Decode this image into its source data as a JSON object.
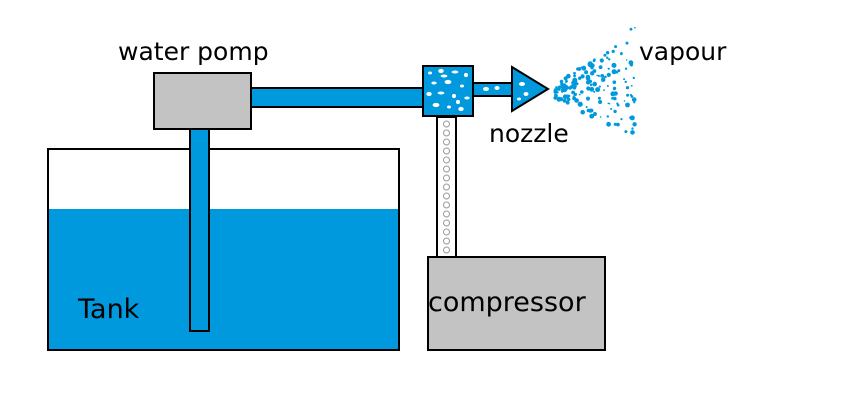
{
  "labels": {
    "water_pump": "water pomp",
    "vapour": "vapour",
    "nozzle": "nozzle",
    "tank": "Tank",
    "compressor": "compressor"
  },
  "colors": {
    "water": "#0099dd",
    "machine": "#c3c3c3",
    "outline": "#000000",
    "background": "#ffffff"
  },
  "icons": {
    "pump": "water-pump-block",
    "mixer": "mixing-chamber",
    "nozzle": "nozzle-cone",
    "spray": "vapour-spray-droplets",
    "compressor": "compressor-block"
  }
}
